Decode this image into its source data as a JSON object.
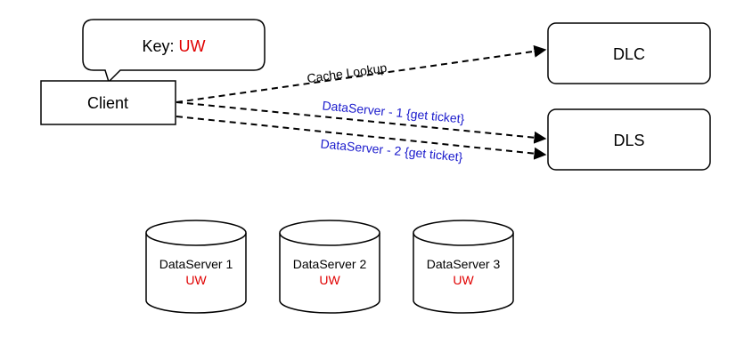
{
  "callout": {
    "key_label": "Key: ",
    "key_value": "UW"
  },
  "nodes": {
    "client": "Client",
    "dlc": "DLC",
    "dls": "DLS"
  },
  "edges": [
    {
      "label": "Cache Lookup"
    },
    {
      "label": "DataServer - 1 {get ticket}"
    },
    {
      "label": "DataServer - 2 {get ticket}"
    }
  ],
  "dataservers": [
    {
      "name": "DataServer 1",
      "key": "UW"
    },
    {
      "name": "DataServer 2",
      "key": "UW"
    },
    {
      "name": "DataServer 3",
      "key": "UW"
    }
  ],
  "colors": {
    "accent_red": "#e00000",
    "edge_label_blue": "#1a1acc",
    "stroke": "#000000"
  }
}
